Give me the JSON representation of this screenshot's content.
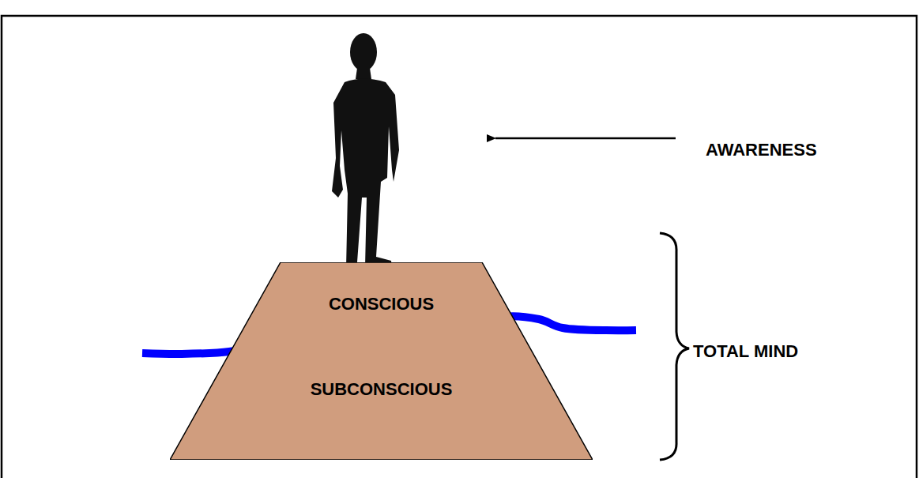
{
  "diagram": {
    "nodes": [
      {
        "text": [
          "CONSCIOUS",
          "SUBCONSCIOUS"
        ]
      }
    ],
    "labels": [
      "AWARENESS",
      "TOTAL MIND"
    ]
  }
}
